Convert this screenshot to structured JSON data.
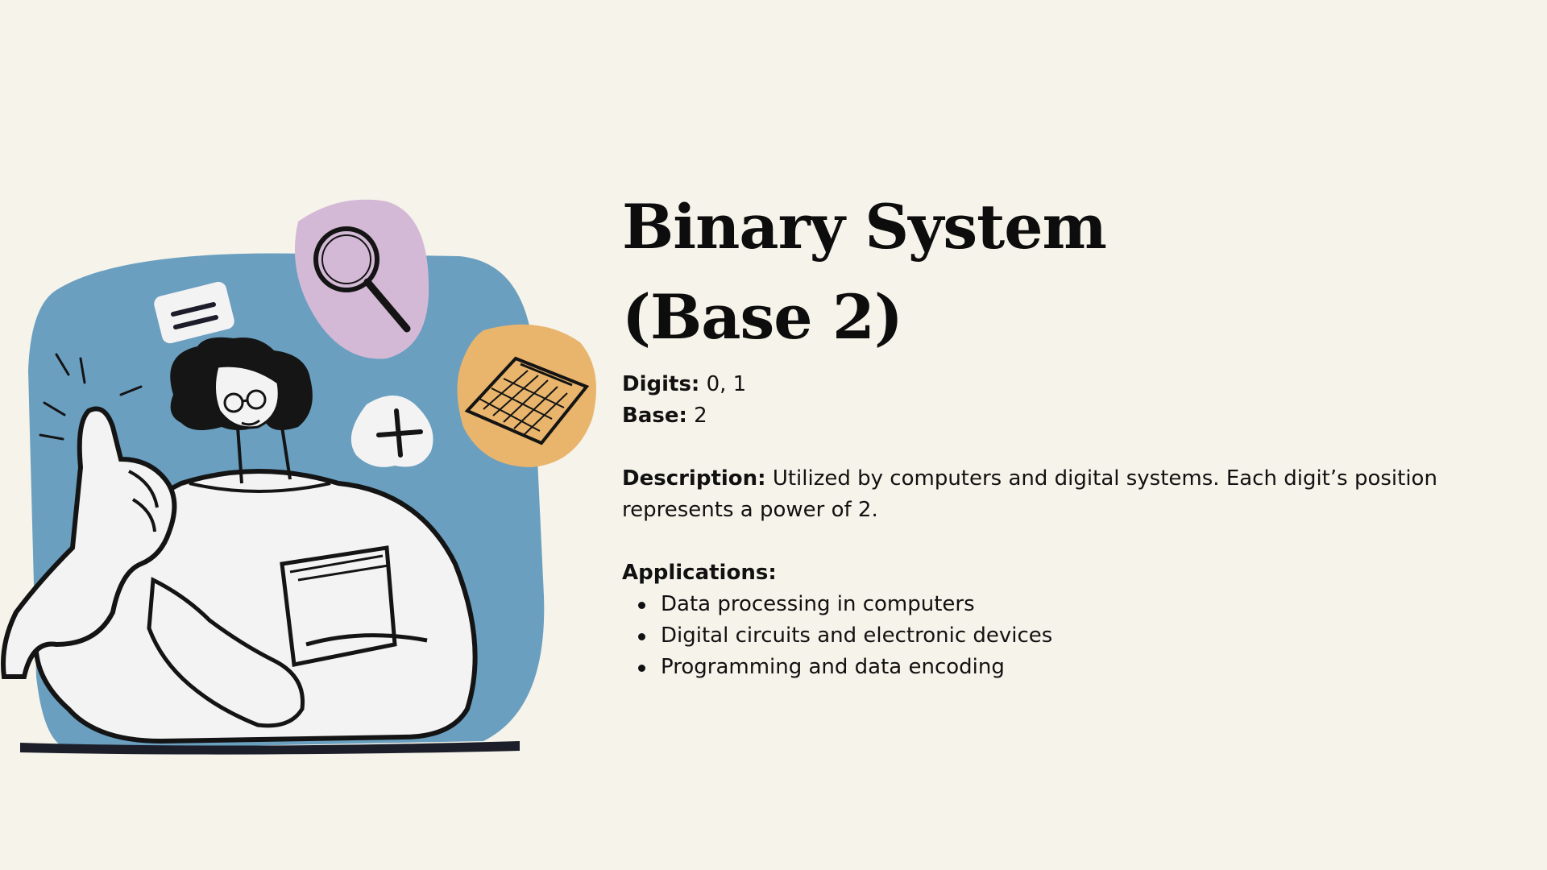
{
  "title": {
    "line1": "Binary System",
    "line2": "(Base 2)"
  },
  "digits": {
    "label": "Digits:",
    "value": "0, 1"
  },
  "base": {
    "label": "Base:",
    "value": "2"
  },
  "description": {
    "label": "Description:",
    "text": "Utilized by computers and digital systems. Each digit’s position represents a power of 2."
  },
  "applications": {
    "label": "Applications:",
    "items": [
      "Data processing in computers",
      "Digital circuits and electronic devices",
      "Programming and data encoding"
    ]
  },
  "colors": {
    "background": "#f6f3ea",
    "panel_blue": "#6a9fc0",
    "magnifier_pink": "#d4b9d6",
    "calculator_orange": "#e9b56c",
    "ink": "#141414"
  },
  "illustration": {
    "icons": [
      "magnifier-icon",
      "calculator-icon",
      "plus-icon",
      "equals-icon",
      "thumbs-up-icon"
    ]
  }
}
